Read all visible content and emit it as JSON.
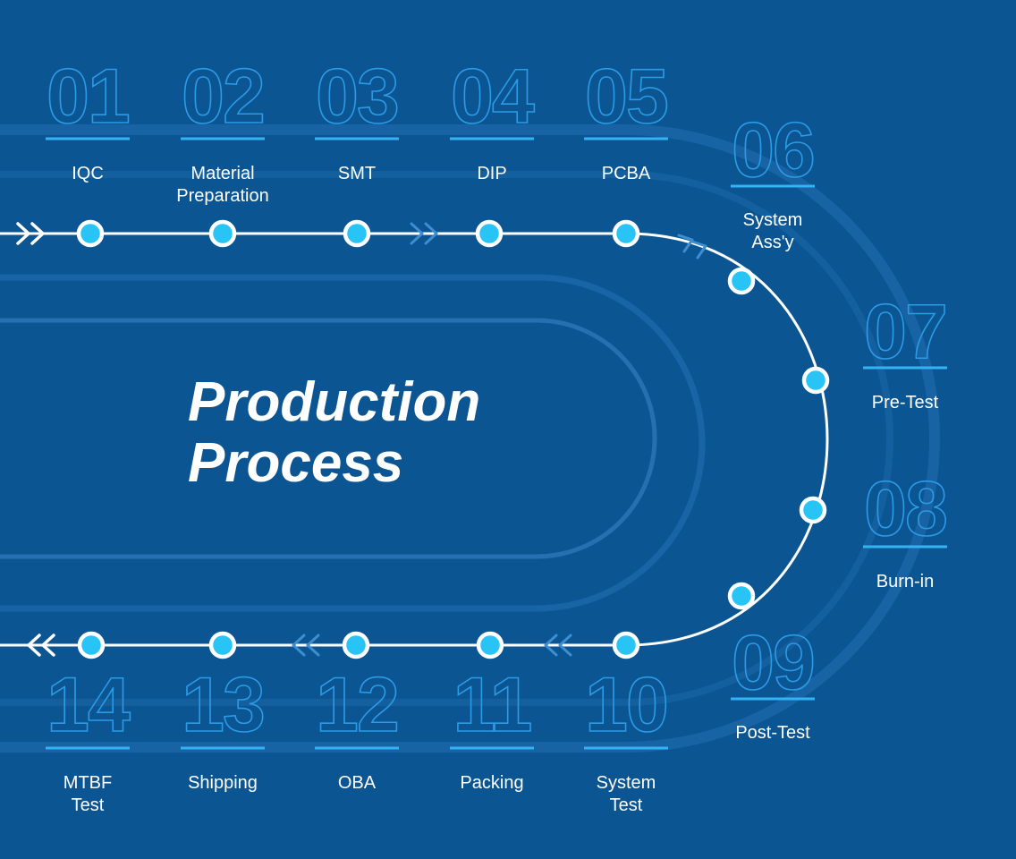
{
  "title_lines": [
    "Production",
    "Process"
  ],
  "colors": {
    "background": "#0b5592",
    "node_fill": "#29c4f6",
    "track": "#ffffff",
    "number_outline": "#2b9be6",
    "underline": "#33b3f5"
  },
  "steps": [
    {
      "number": "01",
      "label_lines": [
        "IQC"
      ]
    },
    {
      "number": "02",
      "label_lines": [
        "Material",
        "Preparation"
      ]
    },
    {
      "number": "03",
      "label_lines": [
        "SMT"
      ]
    },
    {
      "number": "04",
      "label_lines": [
        "DIP"
      ]
    },
    {
      "number": "05",
      "label_lines": [
        "PCBA"
      ]
    },
    {
      "number": "06",
      "label_lines": [
        "System",
        "Ass'y"
      ]
    },
    {
      "number": "07",
      "label_lines": [
        "Pre-Test"
      ]
    },
    {
      "number": "08",
      "label_lines": [
        "Burn-in"
      ]
    },
    {
      "number": "09",
      "label_lines": [
        "Post-Test"
      ]
    },
    {
      "number": "10",
      "label_lines": [
        "System",
        "Test"
      ]
    },
    {
      "number": "11",
      "label_lines": [
        "Packing"
      ]
    },
    {
      "number": "12",
      "label_lines": [
        "OBA"
      ]
    },
    {
      "number": "13",
      "label_lines": [
        "Shipping"
      ]
    },
    {
      "number": "14",
      "label_lines": [
        "MTBF",
        "Test"
      ]
    }
  ]
}
